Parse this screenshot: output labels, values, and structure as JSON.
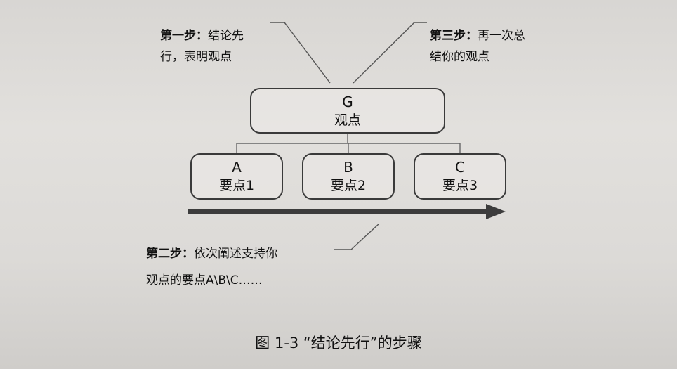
{
  "annotations": {
    "step1_label": "第一步：",
    "step1_text1": "结论先",
    "step1_text2": "行，表明观点",
    "step3_label": "第三步：",
    "step3_text1": "再一次总",
    "step3_text2": "结你的观点",
    "step2_label": "第二步：",
    "step2_text1": "依次阐述支持你",
    "step2_text2": "观点的要点A\\B\\C……"
  },
  "nodes": {
    "root": {
      "letter": "G",
      "label": "观点"
    },
    "a": {
      "letter": "A",
      "label": "要点1"
    },
    "b": {
      "letter": "B",
      "label": "要点2"
    },
    "c": {
      "letter": "C",
      "label": "要点3"
    }
  },
  "caption": "图 1-3 “结论先行”的步骤"
}
